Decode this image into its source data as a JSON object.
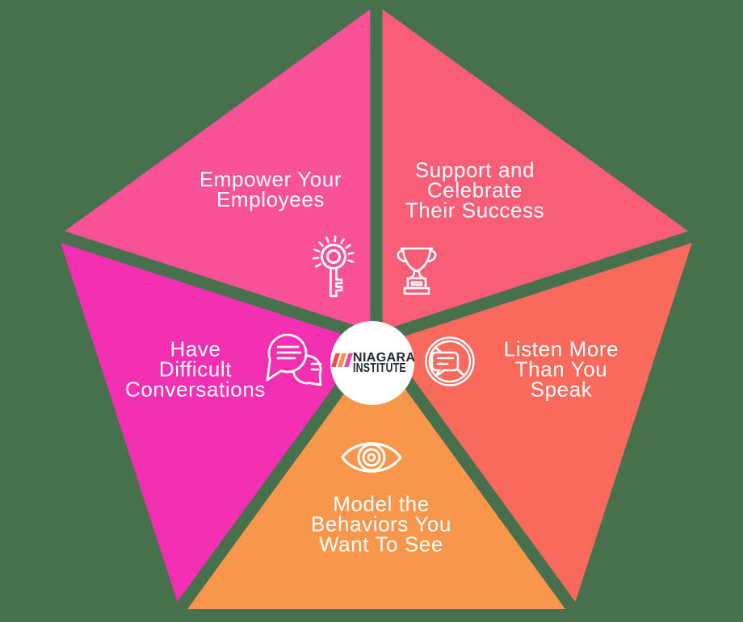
{
  "background_color": "#47714D",
  "text_color": "#FFFFFF",
  "center_badge": {
    "circle_color": "#FFFFFF",
    "logo": {
      "name": "Niagara Institute",
      "word1": "NIAGARA",
      "word2": "INSTITUTE",
      "text_color": "#222831",
      "stripe_colors": [
        "#EA4D4C",
        "#F78E4E",
        "#F146A8"
      ]
    }
  },
  "segments": {
    "empower": {
      "label": "Empower Your Employees",
      "lines": [
        "Empower Your",
        "Employees"
      ],
      "color": "#FA5297",
      "icon": "key-icon"
    },
    "support": {
      "label": "Support and Celebrate Their Success",
      "lines": [
        "Support and",
        "Celebrate",
        "Their Success"
      ],
      "color": "#F95E77",
      "icon": "trophy-icon"
    },
    "listen": {
      "label": "Listen More Than You Speak",
      "lines": [
        "Listen More",
        "Than You",
        "Speak"
      ],
      "color": "#F9695C",
      "icon": "no-talking-icon"
    },
    "model": {
      "label": "Model the Behaviors You Want To See",
      "lines": [
        "Model the",
        "Behaviors You",
        "Want To See"
      ],
      "color": "#F8964C",
      "icon": "eye-icon"
    },
    "converse": {
      "label": "Have Difficult Conversations",
      "lines": [
        "Have",
        "Difficult",
        "Conversations"
      ],
      "color": "#F32FB2",
      "icon": "conversation-icon"
    }
  }
}
